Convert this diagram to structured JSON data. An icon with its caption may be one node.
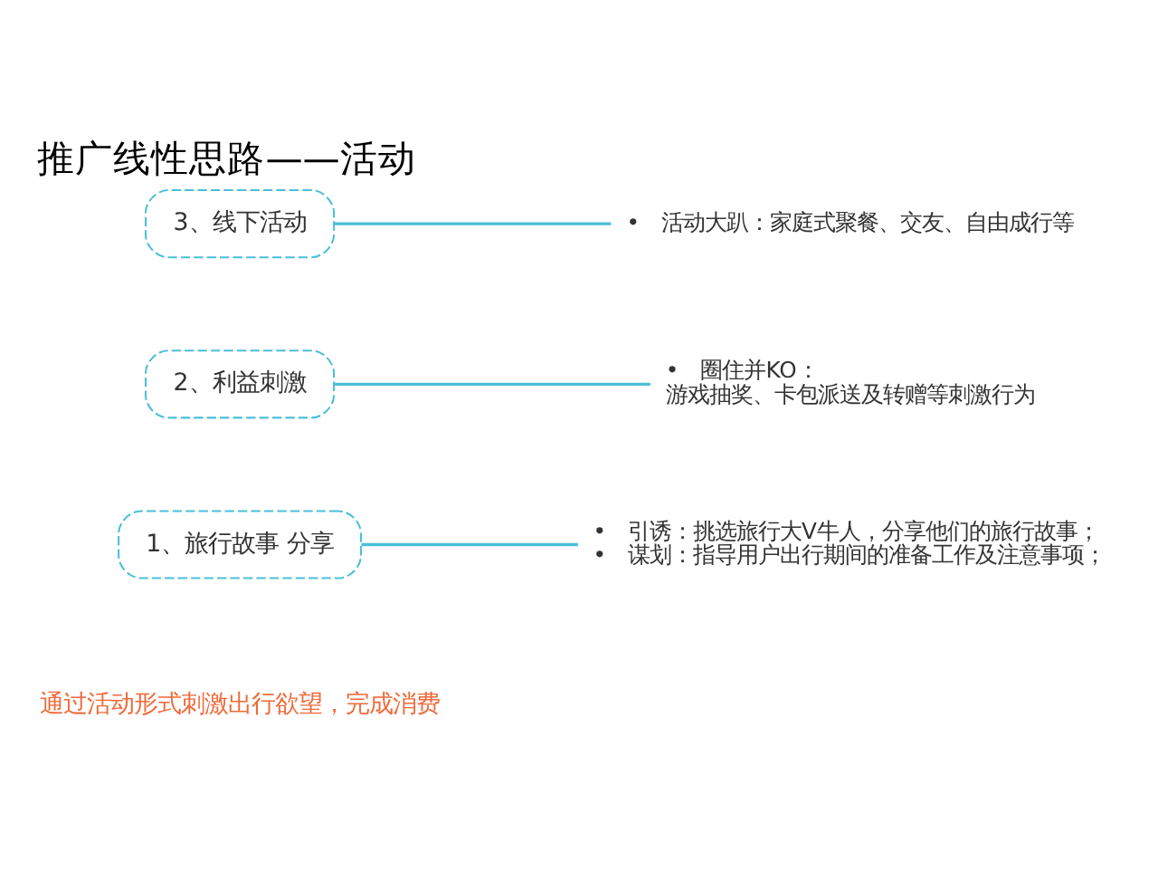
{
  "diagram": {
    "title": "推广线性思路——活动",
    "nodes": [
      {
        "text": [
          "1、旅行故事 分享"
        ]
      },
      {
        "text": [
          "•　引诱：挑选旅行大V牛人，分享他们的旅行故事；",
          "•　谋划：指导用户出行期间的准备工作及注意事项；"
        ]
      },
      {
        "text": [
          "2、利益刺激"
        ]
      },
      {
        "text": [
          "•　圈住并KO：",
          "游戏抽奖、卡包派送及转赠等刺激行为"
        ]
      },
      {
        "text": [
          "3、线下活动"
        ]
      },
      {
        "text": [
          "•　活动大趴：家庭式聚餐、交友、自由成行等"
        ]
      }
    ],
    "edges": [
      {
        "from": 0,
        "to": 1,
        "arrow": "none"
      },
      {
        "from": 2,
        "to": 3,
        "arrow": "none"
      },
      {
        "from": 4,
        "to": 5,
        "arrow": "none"
      }
    ],
    "labels": [
      "通过活动形式刺激出行欲望，完成消费"
    ]
  }
}
